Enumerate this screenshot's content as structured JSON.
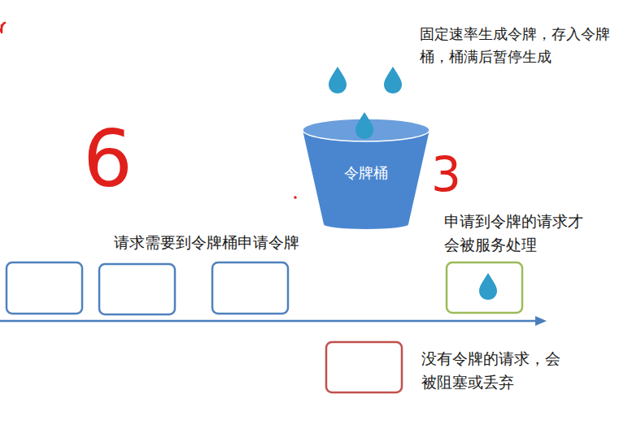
{
  "diagram": {
    "nodes": [
      {
        "text": [
          "令牌桶"
        ]
      }
    ],
    "labels": [
      "固定速率生成令牌，存入令牌桶，桶满后暂停生成",
      "6",
      "3",
      "请求需要到令牌桶申请令牌",
      "申请到令牌的请求才会被服务处理",
      "没有令牌的请求，会被阻塞或丢弃"
    ]
  }
}
